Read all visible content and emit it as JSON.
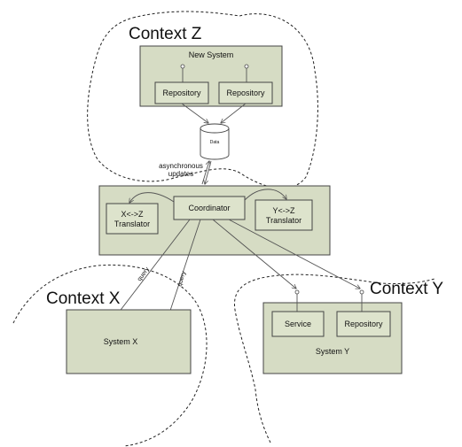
{
  "colors": {
    "box_fill": "#d6dcc4",
    "inner_fill": "#dde3cc",
    "stroke": "#444444",
    "line": "#555555"
  },
  "contexts": {
    "z": "Context Z",
    "x": "Context X",
    "y": "Context Y"
  },
  "new_system": {
    "label": "New System",
    "repo_left": "Repository",
    "repo_right": "Repository"
  },
  "data_store": {
    "label": "Data"
  },
  "sync_note": {
    "line1": "asynchronous",
    "line2": "updates"
  },
  "integration": {
    "coordinator": "Coordinator",
    "xz_line1": "X<->Z",
    "xz_line2": "Translator",
    "yz_line1": "Y<->Z",
    "yz_line2": "Translator"
  },
  "query_labels": {
    "left": "query",
    "right": "query"
  },
  "system_x": {
    "label": "System X"
  },
  "system_y": {
    "label": "System Y",
    "service": "Service",
    "repository": "Repository"
  }
}
